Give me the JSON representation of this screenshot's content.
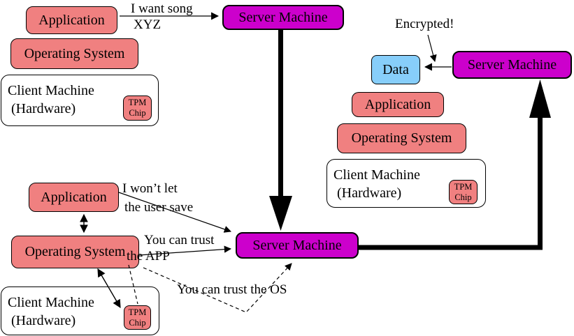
{
  "diagram": {
    "title_hint": "Trusted computing / TPM attestation diagram",
    "servers": {
      "top": "Server Machine",
      "bottom": "Server Machine",
      "right": "Server Machine"
    },
    "clusters": {
      "top_left": {
        "application": "Application",
        "operating_system": "Operating System",
        "client_line1": "Client Machine",
        "client_line2": "(Hardware)",
        "tpm_line1": "TPM",
        "tpm_line2": "Chip"
      },
      "bottom_left": {
        "application": "Application",
        "operating_system": "Operating System",
        "client_line1": "Client Machine",
        "client_line2": "(Hardware)",
        "tpm_line1": "TPM",
        "tpm_line2": "Chip"
      },
      "right": {
        "data": "Data",
        "application": "Application",
        "operating_system": "Operating System",
        "client_line1": "Client Machine",
        "client_line2": "(Hardware)",
        "tpm_line1": "TPM",
        "tpm_line2": "Chip"
      }
    },
    "annotations": {
      "request_line1": "I want song",
      "request_line2": "XYZ",
      "encrypted": "Encrypted!",
      "wont_let_line1": "I won’t let",
      "wont_let_line2": "the user save",
      "trust_app_line1": "You can trust",
      "trust_app_line2": "the APP",
      "trust_os": "You can trust the OS"
    },
    "colors": {
      "component_fill": "#F08080",
      "server_fill": "#CC00CC",
      "data_fill": "#87CEFA",
      "line_color": "#000000"
    }
  }
}
